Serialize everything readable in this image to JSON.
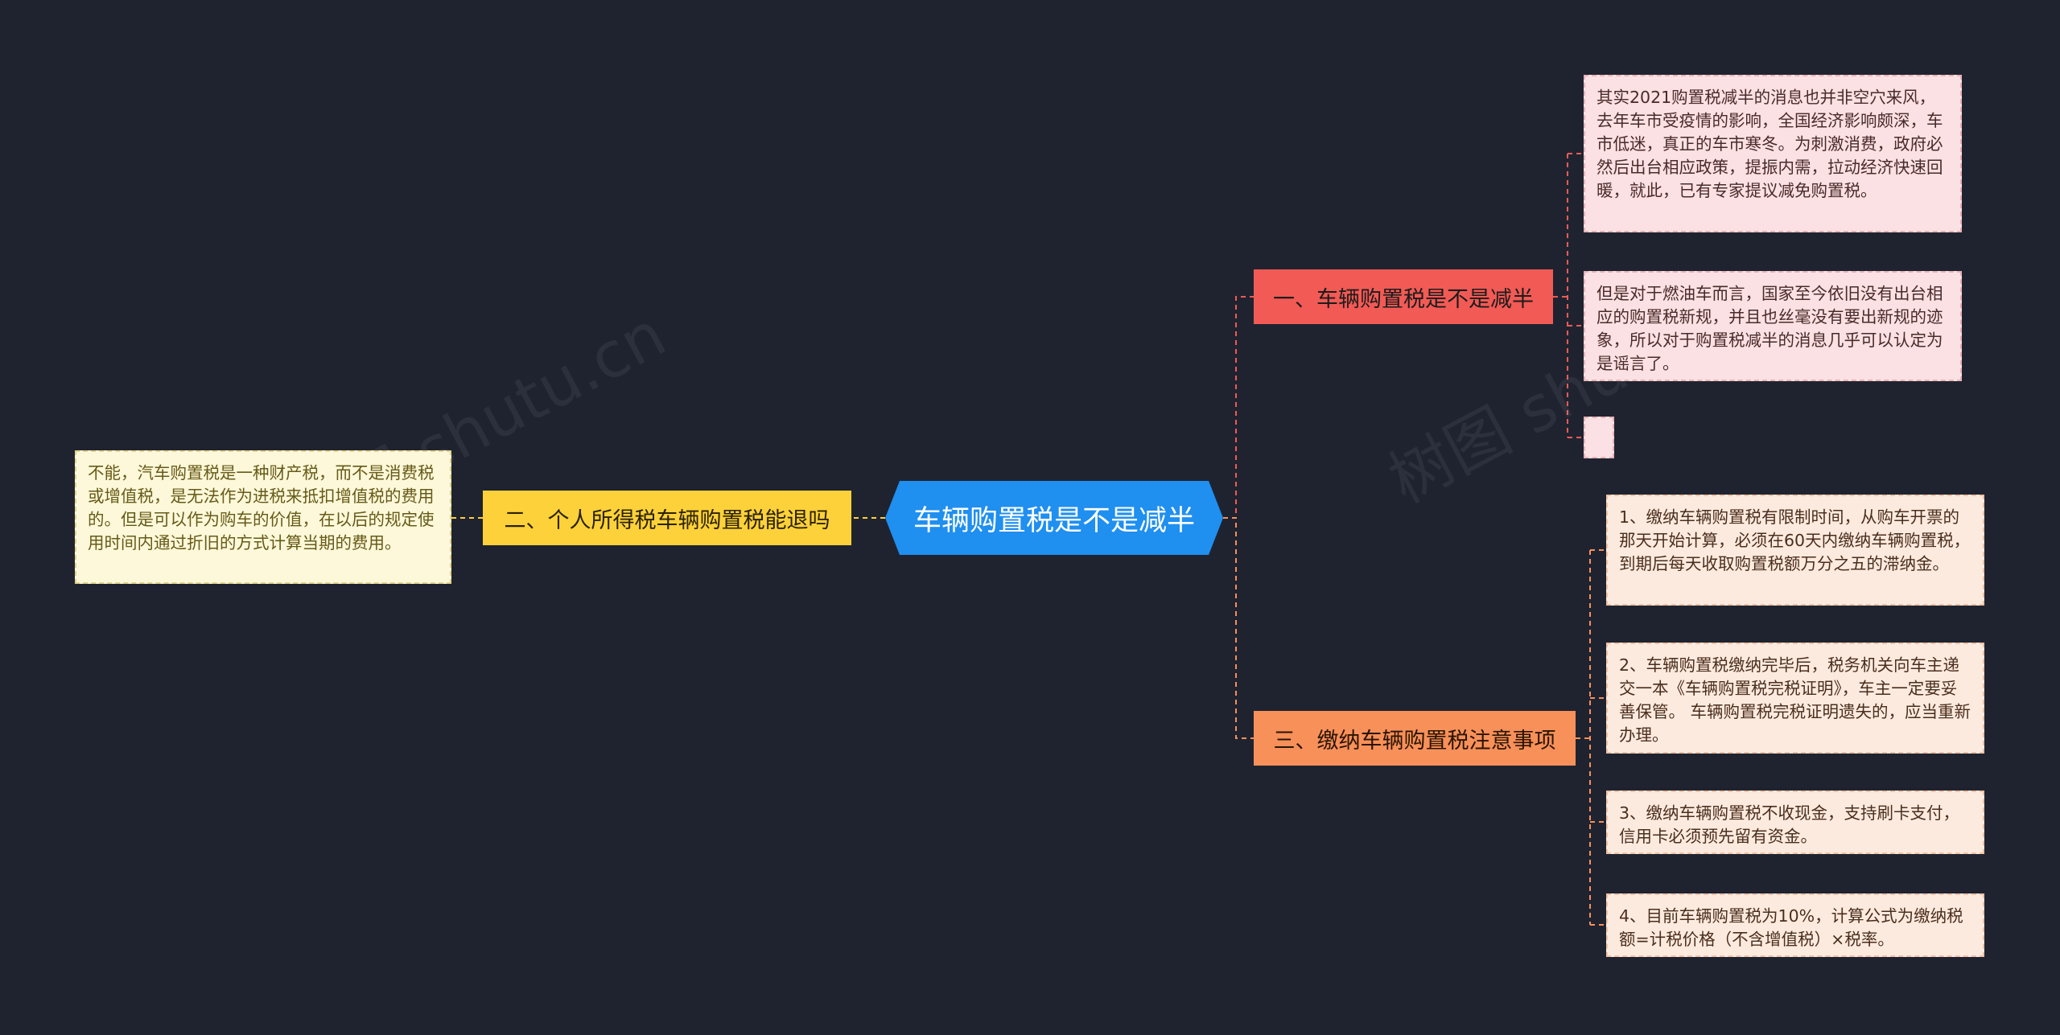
{
  "root": {
    "text": "车辆购置税是不是减半"
  },
  "branches": [
    {
      "id": "b1",
      "text": "一、车辆购置税是不是减半",
      "color": "#f25a55",
      "leaves": [
        {
          "id": "l1",
          "text": "其实2021购置税减半的消息也并非空穴来风，去年车市受疫情的影响，全国经济影响颇深，车市低迷，真正的车市寒冬。为刺激消费，政府必然后出台相应政策，提振内需，拉动经济快速回暖，就此，已有专家提议减免购置税。"
        },
        {
          "id": "l2",
          "text": "但是对于燃油车而言，国家至今依旧没有出台相应的购置税新规，并且也丝毫没有要出新规的迹象，所以对于购置税减半的消息几乎可以认定为是谣言了。"
        },
        {
          "id": "l3",
          "text": ""
        }
      ]
    },
    {
      "id": "b2",
      "text": "二、个人所得税车辆购置税能退吗",
      "color": "#fdd13a",
      "leaves": [
        {
          "id": "l4",
          "text": "不能，汽车购置税是一种财产税，而不是消费税或增值税，是无法作为进税来抵扣增值税的费用的。但是可以作为购车的价值，在以后的规定使用时间内通过折旧的方式计算当期的费用。"
        }
      ]
    },
    {
      "id": "b3",
      "text": "三、缴纳车辆购置税注意事项",
      "color": "#f8905a",
      "leaves": [
        {
          "id": "l5",
          "text": "1、缴纳车辆购置税有限制时间，从购车开票的那天开始计算，必须在60天内缴纳车辆购置税，到期后每天收取购置税额万分之五的滞纳金。"
        },
        {
          "id": "l6",
          "text": "2、车辆购置税缴纳完毕后，税务机关向车主递交一本《车辆购置税完税证明》，车主一定要妥善保管。 车辆购置税完税证明遗失的，应当重新办理。"
        },
        {
          "id": "l7",
          "text": "3、缴纳车辆购置税不收现金，支持刷卡支付，信用卡必须预先留有资金。"
        },
        {
          "id": "l8",
          "text": "4、目前车辆购置税为10%，计算公式为缴纳税额=计税价格（不含增值税）×税率。"
        }
      ]
    }
  ],
  "watermark": "树图 shutu.cn"
}
